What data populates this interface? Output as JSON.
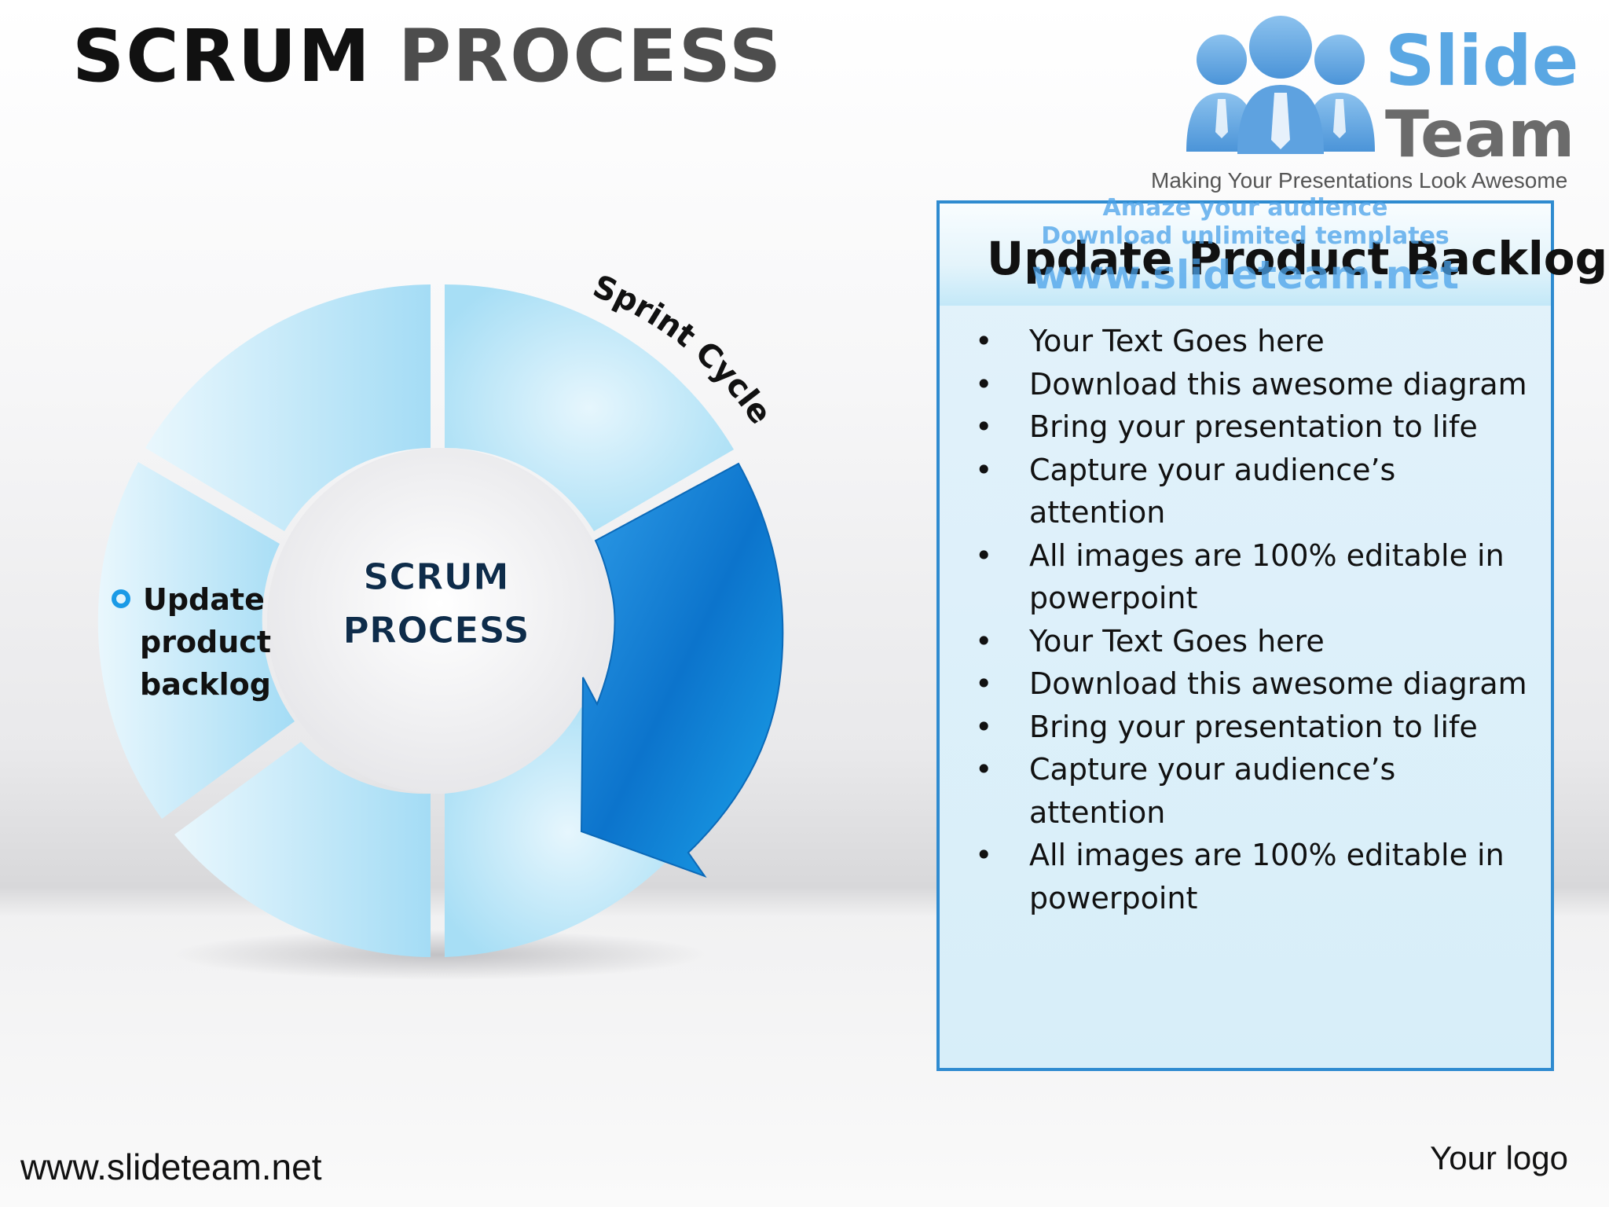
{
  "title": {
    "word1": "SCRUM",
    "word2": "PROCESS"
  },
  "logo": {
    "name_line1": "Slide",
    "name_line2": "Team",
    "tagline": "Making Your Presentations Look Awesome"
  },
  "diagram": {
    "center_line1": "SCRUM",
    "center_line2": "PROCESS",
    "arc_label": "Sprint Cycle",
    "segment_label_lines": [
      "Update",
      "product",
      "backlog"
    ],
    "segment_count": 5,
    "highlight_color": "#1a7fd6",
    "segment_color": "#b9e6f8"
  },
  "panel": {
    "title": "Update Product Backlog",
    "watermark": [
      "Amaze your audience",
      "Download unlimited templates",
      "www.slideteam.net"
    ],
    "bullets": [
      "Your Text Goes here",
      "Download this awesome diagram",
      "Bring your presentation to life",
      "Capture your audience’s attention",
      "All images are 100% editable in powerpoint",
      "Your Text Goes here",
      "Download this awesome diagram",
      "Bring your presentation to life",
      "Capture your audience’s attention",
      "All images are 100% editable in powerpoint"
    ]
  },
  "footer": {
    "url": "www.slideteam.net",
    "logo_text": "Your logo"
  }
}
